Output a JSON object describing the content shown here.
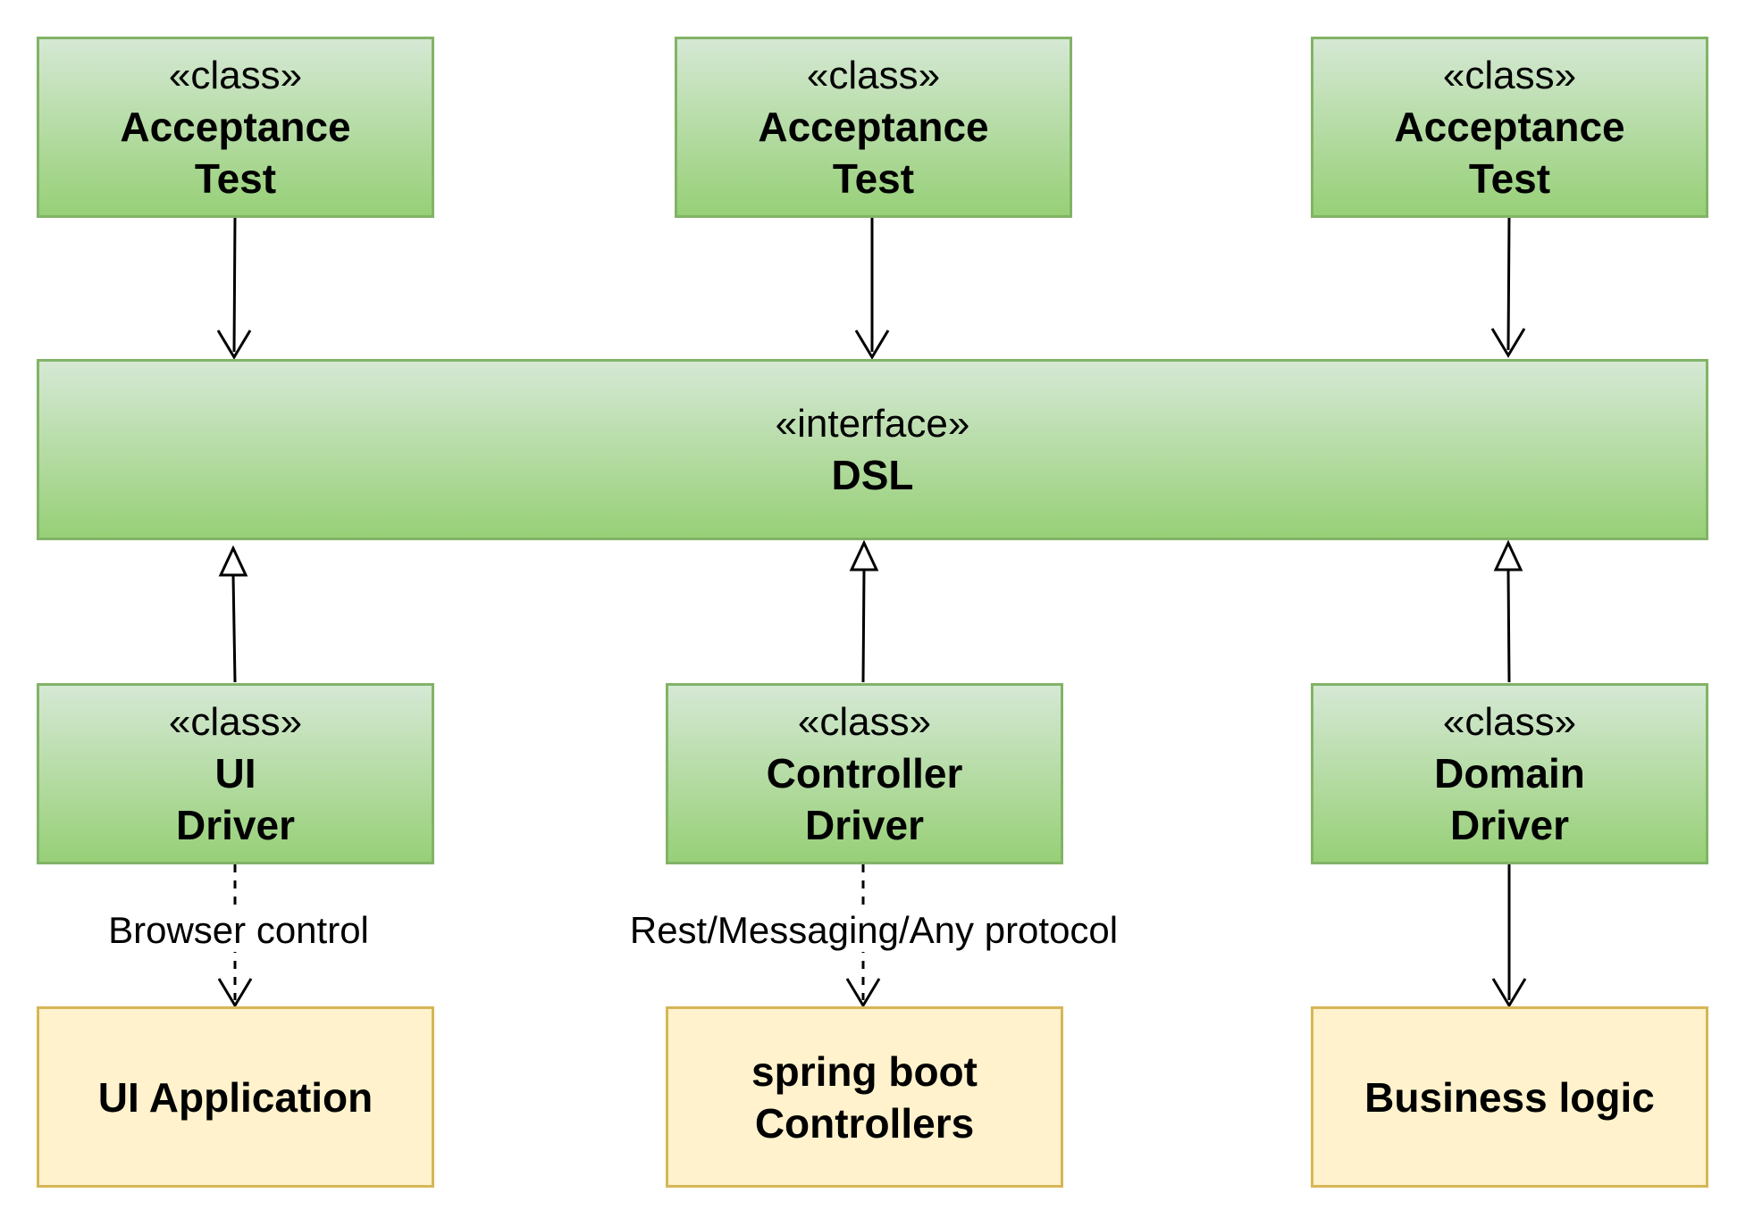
{
  "tests": [
    {
      "stereotype": "«class»",
      "line1": "Acceptance",
      "line2": "Test"
    },
    {
      "stereotype": "«class»",
      "line1": "Acceptance",
      "line2": "Test"
    },
    {
      "stereotype": "«class»",
      "line1": "Acceptance",
      "line2": "Test"
    }
  ],
  "dsl": {
    "stereotype": "«interface»",
    "name": "DSL"
  },
  "drivers": [
    {
      "stereotype": "«class»",
      "line1": "UI",
      "line2": "Driver"
    },
    {
      "stereotype": "«class»",
      "line1": "Controller",
      "line2": "Driver"
    },
    {
      "stereotype": "«class»",
      "line1": "Domain",
      "line2": "Driver"
    }
  ],
  "targets": [
    {
      "line1": "UI Application",
      "line2": ""
    },
    {
      "line1": "spring boot",
      "line2": "Controllers"
    },
    {
      "line1": "Business logic",
      "line2": ""
    }
  ],
  "edge_labels": {
    "browser_control": "Browser control",
    "rest_protocol": "Rest/Messaging/Any protocol"
  }
}
